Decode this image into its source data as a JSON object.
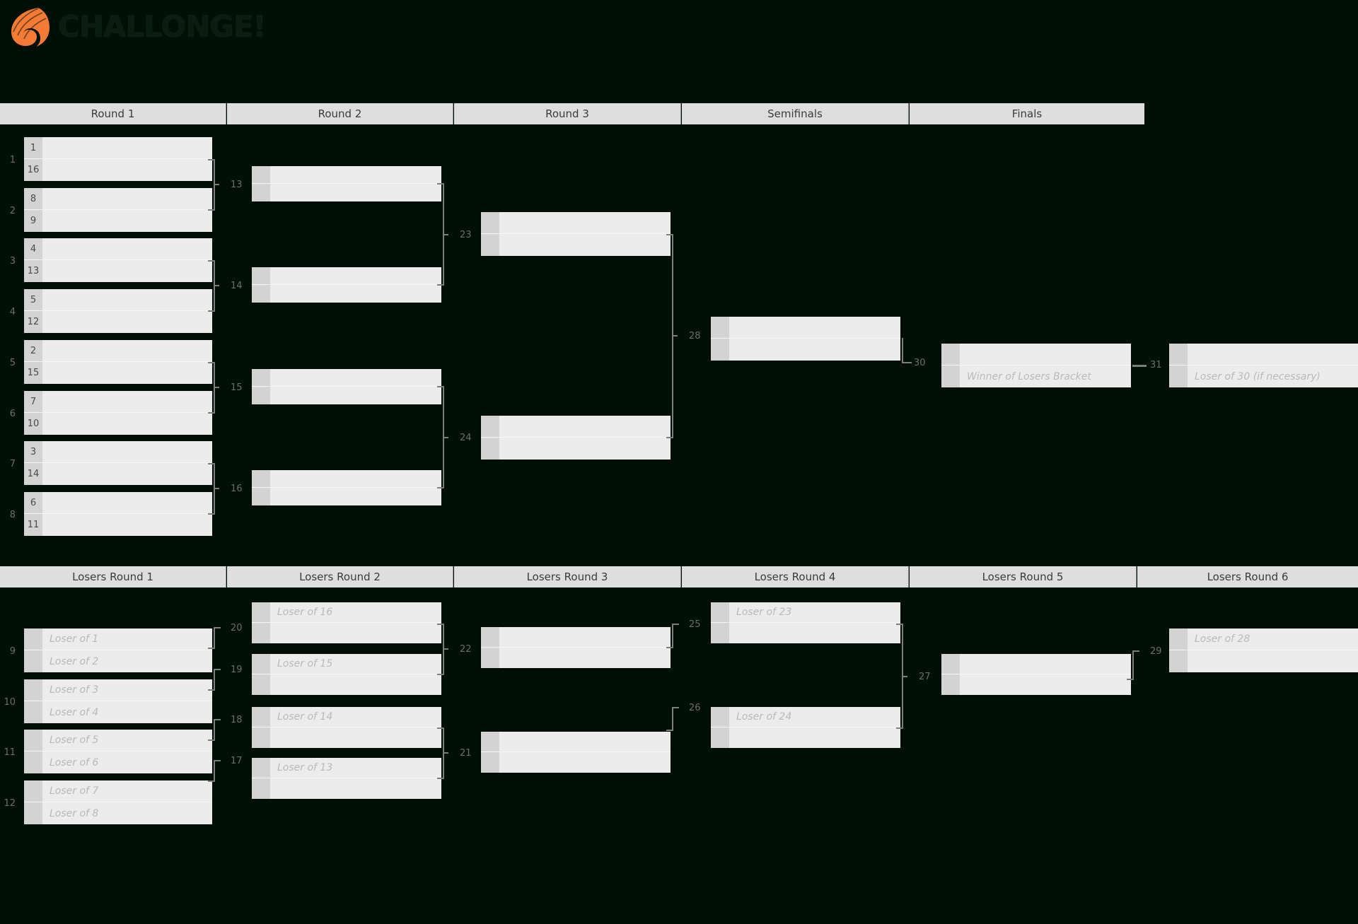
{
  "brand": {
    "name": "CHALLONGE!",
    "logo_icon": "flame-leaf-icon",
    "accent_color": "#f47b36"
  },
  "theme": {
    "background": "#001006",
    "header_bar": "#dedede",
    "match_body": "#ececec",
    "seed_cell": "#d3d3d3",
    "connector": "#7d7d7d",
    "placeholder_text": "#b9b9b9"
  },
  "winners": {
    "headers": [
      {
        "label": "Round 1"
      },
      {
        "label": "Round 2"
      },
      {
        "label": "Round 3"
      },
      {
        "label": "Semifinals"
      },
      {
        "label": "Finals"
      }
    ],
    "round1": [
      {
        "index": "1",
        "top_seed": "1",
        "bottom_seed": "16",
        "top_name": "",
        "bottom_name": ""
      },
      {
        "index": "2",
        "top_seed": "8",
        "bottom_seed": "9",
        "top_name": "",
        "bottom_name": ""
      },
      {
        "index": "3",
        "top_seed": "4",
        "bottom_seed": "13",
        "top_name": "",
        "bottom_name": ""
      },
      {
        "index": "4",
        "top_seed": "5",
        "bottom_seed": "12",
        "top_name": "",
        "bottom_name": ""
      },
      {
        "index": "5",
        "top_seed": "2",
        "bottom_seed": "15",
        "top_name": "",
        "bottom_name": ""
      },
      {
        "index": "6",
        "top_seed": "7",
        "bottom_seed": "10",
        "top_name": "",
        "bottom_name": ""
      },
      {
        "index": "7",
        "top_seed": "3",
        "bottom_seed": "14",
        "top_name": "",
        "bottom_name": ""
      },
      {
        "index": "8",
        "top_seed": "6",
        "bottom_seed": "11",
        "top_name": "",
        "bottom_name": ""
      }
    ],
    "round2": [
      {
        "number": "13",
        "top_seed": "",
        "bottom_seed": "",
        "top_name": "",
        "bottom_name": ""
      },
      {
        "number": "14",
        "top_seed": "",
        "bottom_seed": "",
        "top_name": "",
        "bottom_name": ""
      },
      {
        "number": "15",
        "top_seed": "",
        "bottom_seed": "",
        "top_name": "",
        "bottom_name": ""
      },
      {
        "number": "16",
        "top_seed": "",
        "bottom_seed": "",
        "top_name": "",
        "bottom_name": ""
      }
    ],
    "round3": [
      {
        "number": "23",
        "top_seed": "",
        "bottom_seed": "",
        "top_name": "",
        "bottom_name": ""
      },
      {
        "number": "24",
        "top_seed": "",
        "bottom_seed": "",
        "top_name": "",
        "bottom_name": ""
      }
    ],
    "semifinals": [
      {
        "number": "28",
        "top_seed": "",
        "bottom_seed": "",
        "top_name": "",
        "bottom_name": ""
      }
    ],
    "finals": [
      {
        "number": "30",
        "top_seed": "",
        "bottom_seed": "",
        "top_name": "",
        "bottom_name": "Winner of Losers Bracket"
      },
      {
        "number": "31",
        "top_seed": "",
        "bottom_seed": "",
        "top_name": "",
        "bottom_name": "Loser of 30 (if necessary)"
      }
    ]
  },
  "losers": {
    "headers": [
      {
        "label": "Losers Round 1"
      },
      {
        "label": "Losers Round 2"
      },
      {
        "label": "Losers Round 3"
      },
      {
        "label": "Losers Round 4"
      },
      {
        "label": "Losers Round 5"
      },
      {
        "label": "Losers Round 6"
      }
    ],
    "round1": [
      {
        "index": "9",
        "top_name": "Loser of 1",
        "bottom_name": "Loser of 2"
      },
      {
        "index": "10",
        "top_name": "Loser of 3",
        "bottom_name": "Loser of 4"
      },
      {
        "index": "11",
        "top_name": "Loser of 5",
        "bottom_name": "Loser of 6"
      },
      {
        "index": "12",
        "top_name": "Loser of 7",
        "bottom_name": "Loser of 8"
      }
    ],
    "round2": [
      {
        "number": "20",
        "top_name": "Loser of 16",
        "bottom_name": ""
      },
      {
        "number": "19",
        "top_name": "Loser of 15",
        "bottom_name": ""
      },
      {
        "number": "18",
        "top_name": "Loser of 14",
        "bottom_name": ""
      },
      {
        "number": "17",
        "top_name": "Loser of 13",
        "bottom_name": ""
      }
    ],
    "round3": [
      {
        "number": "22",
        "top_name": "",
        "bottom_name": ""
      },
      {
        "number": "21",
        "top_name": "",
        "bottom_name": ""
      }
    ],
    "round4": [
      {
        "number": "25",
        "top_name": "Loser of 23",
        "bottom_name": ""
      },
      {
        "number": "26",
        "top_name": "Loser of 24",
        "bottom_name": ""
      }
    ],
    "round5": [
      {
        "number": "27",
        "top_name": "",
        "bottom_name": ""
      }
    ],
    "round6": [
      {
        "number": "29",
        "top_name": "Loser of 28",
        "bottom_name": ""
      }
    ]
  }
}
